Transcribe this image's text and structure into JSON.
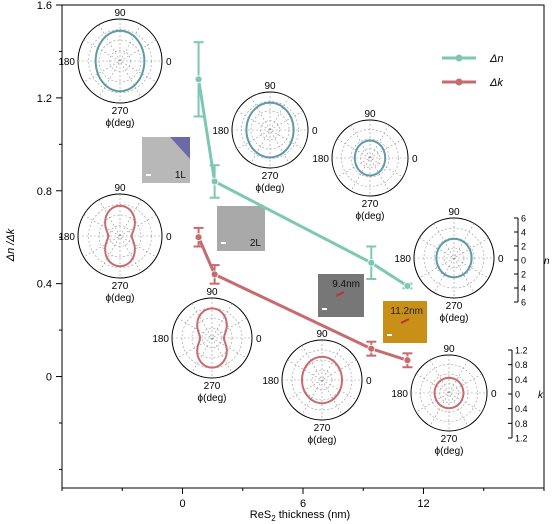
{
  "chart_data": {
    "type": "line",
    "xlabel": "ReS",
    "xlabel_sub": "2",
    "xlabel_rest": " thickness (nm)",
    "ylabel": "Δn /Δk",
    "xlim": [
      -6,
      18
    ],
    "ylim": [
      -0.48,
      1.6
    ],
    "x_ticks": [
      0,
      6,
      12
    ],
    "x_tick_labels": [
      "0",
      "6",
      "12"
    ],
    "y_ticks": [
      0,
      0.4,
      0.8,
      1.2,
      1.6
    ],
    "y_tick_labels": [
      "0",
      "0.4",
      "0.8",
      "1.2",
      "1.6"
    ],
    "series": [
      {
        "name": "Δn",
        "color": "#7ec8b3",
        "x": [
          0.8,
          1.6,
          9.4,
          11.2
        ],
        "y": [
          1.28,
          0.84,
          0.49,
          0.39
        ],
        "error": [
          0.16,
          0.07,
          0.07,
          0.01
        ]
      },
      {
        "name": "Δk",
        "color": "#c86b70",
        "x": [
          0.8,
          1.6,
          9.4,
          11.2
        ],
        "y": [
          0.6,
          0.44,
          0.12,
          0.07
        ],
        "error": [
          0.04,
          0.04,
          0.03,
          0.03
        ]
      }
    ],
    "legend": "top-right",
    "images": [
      {
        "label": "1L",
        "color": "#b8b8b8"
      },
      {
        "label": "2L",
        "color": "#a9a9a9"
      },
      {
        "label": "9.4nm",
        "color": "#777777"
      },
      {
        "label": "11.2nm",
        "color": "#c89018"
      }
    ],
    "polar_plots": {
      "angle_labels": [
        "90",
        "180",
        "0",
        "270"
      ],
      "axis_label": "ϕ(deg)",
      "n_scale": {
        "title": "n",
        "labels": [
          "6",
          "4",
          "2",
          "0",
          "2",
          "4",
          "6"
        ]
      },
      "k_scale": {
        "title": "k",
        "labels": [
          "1.2",
          "0.8",
          "0.4",
          "0",
          "0.4",
          "0.8",
          "1.2"
        ]
      }
    }
  }
}
